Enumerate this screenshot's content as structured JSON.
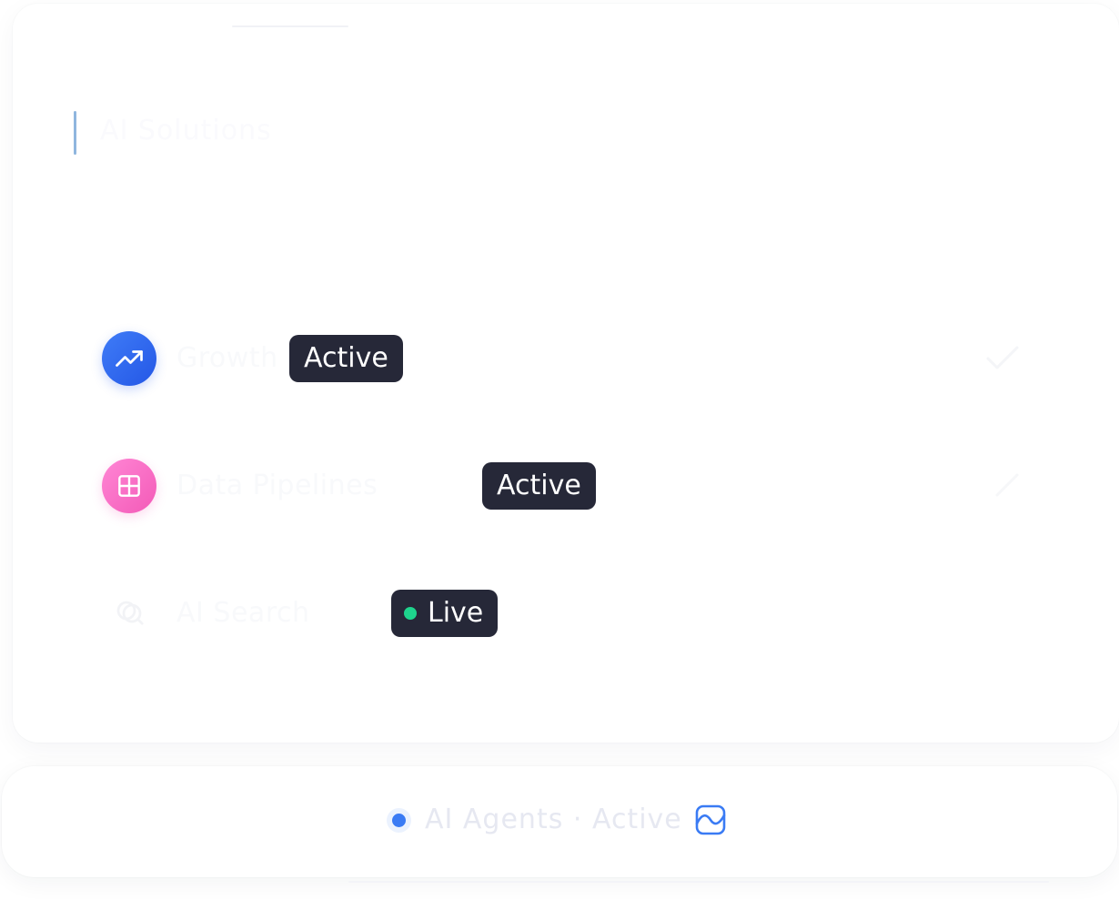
{
  "header": {
    "title": "AI Solutions"
  },
  "rows": [
    {
      "title": "Growth",
      "badge": "Active",
      "icon": "trending-up-icon",
      "icon_color": "#2f6bf0"
    },
    {
      "title": "Data Pipelines",
      "badge": "Active",
      "icon": "grid-icon",
      "icon_color": "#f86bc6"
    },
    {
      "title": "AI Search",
      "badge": "Live",
      "icon": "search-icon",
      "live_color": "#1ed48d"
    }
  ],
  "footer": {
    "status": "AI Agents · Active",
    "status_dot_color": "#3a7bf4",
    "icon": "chart-icon"
  },
  "colors": {
    "badge_bg": "#262838",
    "accent_bar": "#8fb6de"
  }
}
